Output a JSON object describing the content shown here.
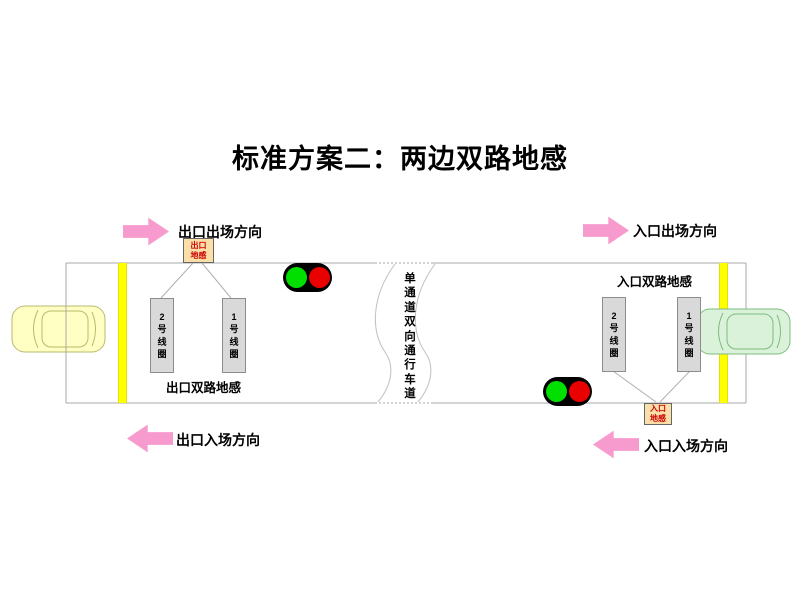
{
  "title": "标准方案二：两边双路地感",
  "directions": {
    "exit_out": "出口出场方向",
    "entry_out": "入口出场方向",
    "exit_in": "出口入场方向",
    "entry_in": "入口入场方向"
  },
  "exit_side": {
    "sensor_line1": "出口",
    "sensor_line2": "地感",
    "loops": [
      "2号线圈",
      "1号线圈"
    ],
    "caption": "出口双路地感"
  },
  "entry_side": {
    "sensor_line1": "入口",
    "sensor_line2": "地感",
    "loops": [
      "2号线圈",
      "1号线圈"
    ],
    "caption": "入口双路地感"
  },
  "lane": {
    "text": "单通道双向通行车道"
  },
  "colors": {
    "arrow_pink": "#F79BCE",
    "barrier_yellow": "#FFFF00",
    "loop_gray": "#D9D9D9",
    "sensor_box_tan": "#FBDFA8",
    "sensor_text_red": "#CC0000",
    "light_green": "#00DF00",
    "light_red": "#E90000",
    "exit_car_yellow": "#FFFFC4",
    "entry_car_green": "#D9F2D9",
    "road_border_gray": "#A8A8A8"
  }
}
